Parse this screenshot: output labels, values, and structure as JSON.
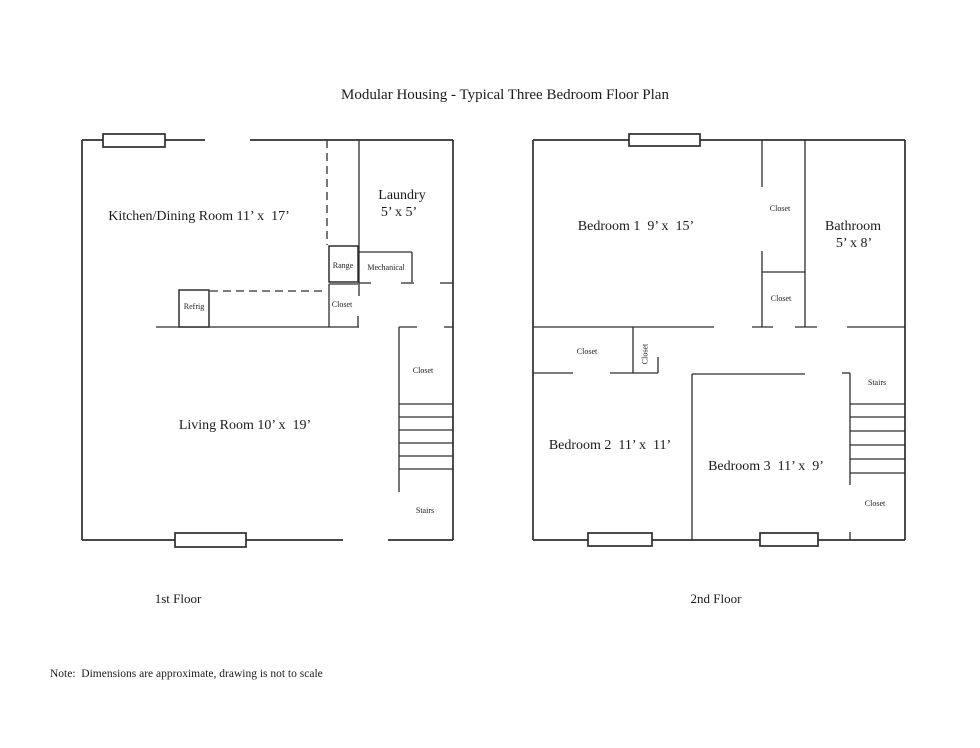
{
  "title": "Modular Housing - Typical Three Bedroom Floor Plan",
  "note": "Note:  Dimensions are approximate, drawing is not to scale",
  "colors": {
    "line": "#2e2e2e",
    "text": "#1b1b1b",
    "background": "#ffffff"
  },
  "first_floor": {
    "caption": "1st Floor",
    "labels": {
      "kitchen_dining": "Kitchen/Dining Room 11’ x  17’",
      "laundry": "Laundry",
      "laundry_size": "5’ x 5’",
      "range": "Range",
      "mechanical": "Mechanical",
      "refrig": "Refrig",
      "kitchen_closet": "Closet",
      "stairs_closet": "Closet",
      "living_room": "Living Room 10’ x  19’",
      "stairs": "Stairs"
    }
  },
  "second_floor": {
    "caption": "2nd Floor",
    "labels": {
      "bedroom1": "Bedroom 1  9’ x  15’",
      "closet_upper": "Closet",
      "closet_lower": "Closet",
      "bathroom": "Bathroom",
      "bathroom_size": "5’ x 8’",
      "bedroom2_closet": "Closet",
      "closet_vertical": "Closet",
      "bedroom2": "Bedroom 2  11’ x  11’",
      "bedroom3": "Bedroom 3  11’ x  9’",
      "stairs": "Stairs",
      "stairs_closet": "Closet"
    }
  }
}
